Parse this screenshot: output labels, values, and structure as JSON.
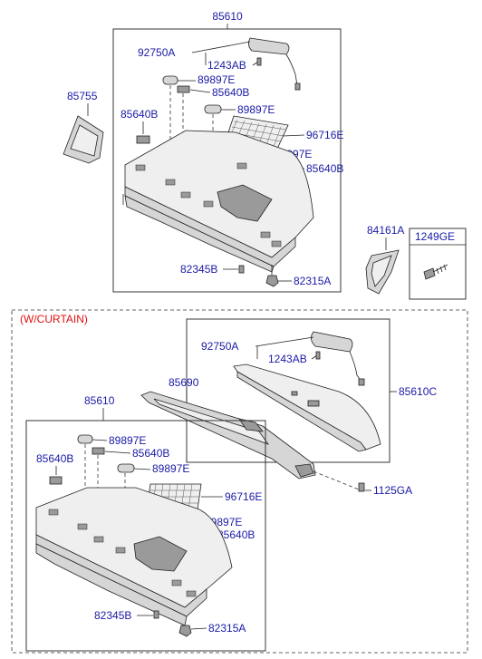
{
  "colors": {
    "label": "#1a1aa6",
    "variant": "#e01010",
    "line": "#222222"
  },
  "upper": {
    "assembly": "85610",
    "labels": {
      "lamp": "92750A",
      "lamp_screw": "1243AB",
      "pad_a": "89897E",
      "clip_a": "85640B",
      "side_trim": "85755",
      "clip_b": "85640B",
      "pad_b": "89897E",
      "grille": "96716E",
      "pad_c": "89897E",
      "clip_c": "85640B",
      "bolt": "82345B",
      "nut": "82315A",
      "bracket": "84161A",
      "screw_box": "1249GE"
    }
  },
  "lower": {
    "variant": "(W/CURTAIN)",
    "labels": {
      "lamp": "92750A",
      "lamp_screw": "1243AB",
      "curtain": "85690",
      "cover": "85610C",
      "screw": "1125GA",
      "assembly": "85610",
      "pad_a": "89897E",
      "clip_a": "85640B",
      "clip_b": "85640B",
      "pad_b": "89897E",
      "grille": "96716E",
      "pad_c": "89897E",
      "clip_c": "85640B",
      "bolt": "82345B",
      "nut": "82315A"
    }
  }
}
